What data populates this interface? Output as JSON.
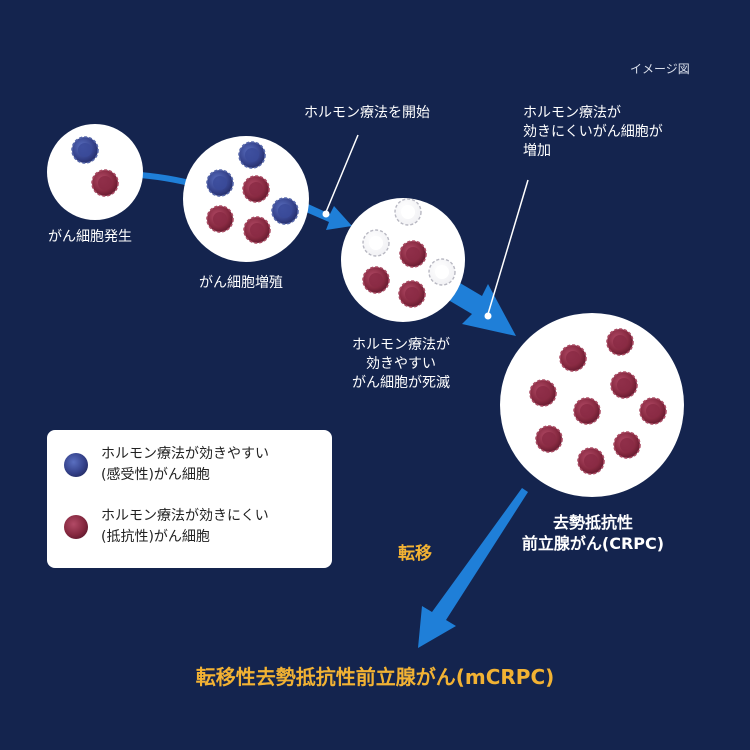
{
  "note": "イメージ図",
  "stages": {
    "onset": "がん細胞発生",
    "proliferation": "がん細胞増殖",
    "die_off": [
      "ホルモン療法が",
      "効きやすい",
      "がん細胞が死滅"
    ],
    "crpc": [
      "去勢抵抗性",
      "前立腺がん(CRPC)"
    ]
  },
  "callouts": {
    "start": "ホルモン療法を開始",
    "increase": [
      "ホルモン療法が",
      "効きにくいがん細胞が",
      "増加"
    ]
  },
  "transition_label": "転移",
  "final_label": "転移性去勢抵抗性前立腺がん(mCRPC)",
  "legend": {
    "sensitive": [
      "ホルモン療法が効きやすい",
      "(感受性)がん細胞"
    ],
    "resistant": [
      "ホルモン療法が効きにくい",
      "(抵抗性)がん細胞"
    ]
  },
  "colors": {
    "background": "#14244e",
    "sensitive_cell": "#3b4b9a",
    "resistant_cell": "#8b2f4a",
    "arrow": "#1f7fd8",
    "highlight": "#f2b233"
  }
}
